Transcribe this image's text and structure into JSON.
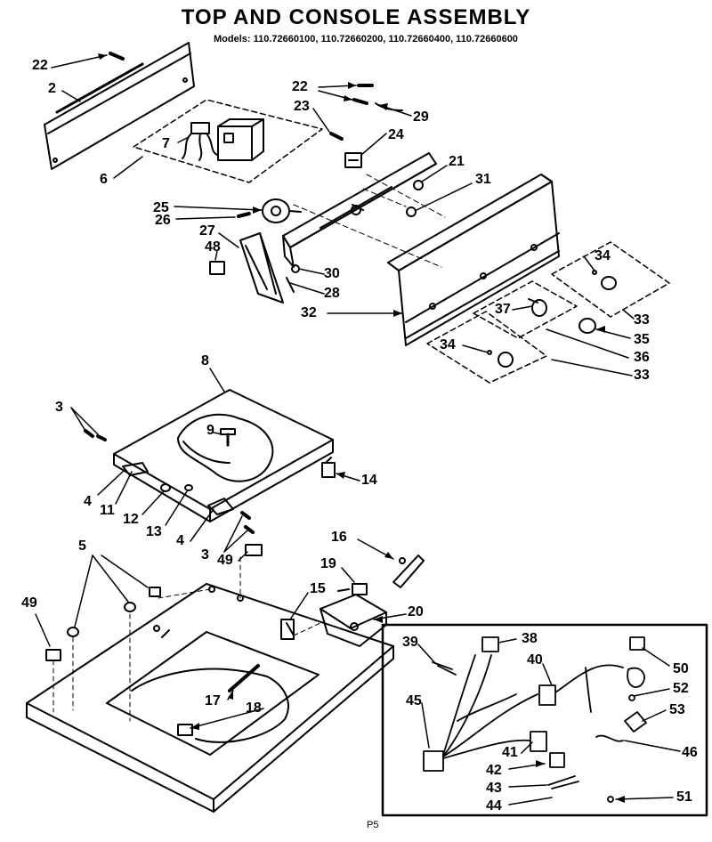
{
  "title": "TOP AND CONSOLE ASSEMBLY",
  "models": "Models: 110.72660100, 110.72660200, 110.72660400, 110.72660600",
  "page_mark": "P5",
  "callouts": [
    "22",
    "2",
    "22",
    "23",
    "29",
    "24",
    "7",
    "6",
    "21",
    "31",
    "25",
    "26",
    "27",
    "48",
    "30",
    "28",
    "32",
    "34",
    "37",
    "33",
    "35",
    "36",
    "34",
    "33",
    "8",
    "3",
    "9",
    "14",
    "4",
    "11",
    "12",
    "13",
    "4",
    "3",
    "49",
    "16",
    "5",
    "19",
    "15",
    "49",
    "20",
    "39",
    "38",
    "40",
    "50",
    "52",
    "53",
    "45",
    "17",
    "18",
    "41",
    "42",
    "43",
    "44",
    "46",
    "51"
  ]
}
